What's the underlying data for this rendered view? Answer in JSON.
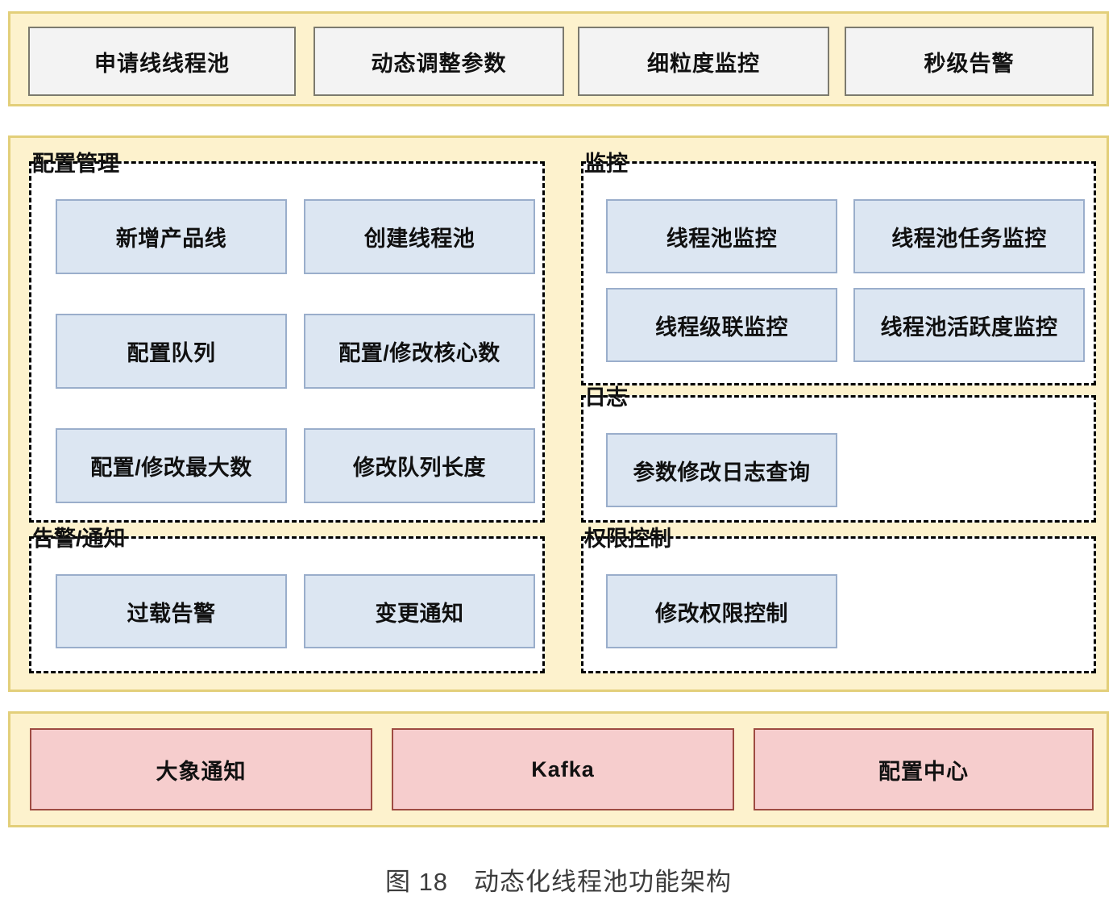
{
  "figure": {
    "caption": "图 18　动态化线程池功能架构",
    "colors": {
      "band_fill": "#fdf2cd",
      "band_border": "#e3cf7a",
      "capability_fill": "#f3f3f3",
      "capability_border": "#7c7a6e",
      "feature_fill": "#dce6f2",
      "feature_border": "#9aaecb",
      "infra_fill": "#f6cdcd",
      "infra_border": "#9e4b42",
      "group_border": "#000000",
      "caption_color": "#3c3c3c"
    }
  },
  "capability_layer": {
    "items": [
      {
        "label": "申请线线程池"
      },
      {
        "label": "动态调整参数"
      },
      {
        "label": "细粒度监控"
      },
      {
        "label": "秒级告警"
      }
    ]
  },
  "function_layer": {
    "groups": [
      {
        "id": "config",
        "title": "配置管理",
        "column": "left",
        "features": [
          {
            "label": "新增产品线"
          },
          {
            "label": "创建线程池"
          },
          {
            "label": "配置队列"
          },
          {
            "label": "配置/修改核心数"
          },
          {
            "label": "配置/修改最大数"
          },
          {
            "label": "修改队列长度"
          }
        ]
      },
      {
        "id": "alert",
        "title": "告警/通知",
        "column": "left",
        "features": [
          {
            "label": "过载告警"
          },
          {
            "label": "变更通知"
          }
        ]
      },
      {
        "id": "monitor",
        "title": "监控",
        "column": "right",
        "features": [
          {
            "label": "线程池监控"
          },
          {
            "label": "线程池任务监控"
          },
          {
            "label": "线程级联监控"
          },
          {
            "label": "线程池活跃度监控"
          }
        ]
      },
      {
        "id": "log",
        "title": "日志",
        "column": "right",
        "features": [
          {
            "label": "参数修改日志查询"
          }
        ]
      },
      {
        "id": "permission",
        "title": "权限控制",
        "column": "right",
        "features": [
          {
            "label": "修改权限控制"
          }
        ]
      }
    ]
  },
  "infrastructure_layer": {
    "items": [
      {
        "label": "大象通知"
      },
      {
        "label": "Kafka"
      },
      {
        "label": "配置中心"
      }
    ]
  }
}
